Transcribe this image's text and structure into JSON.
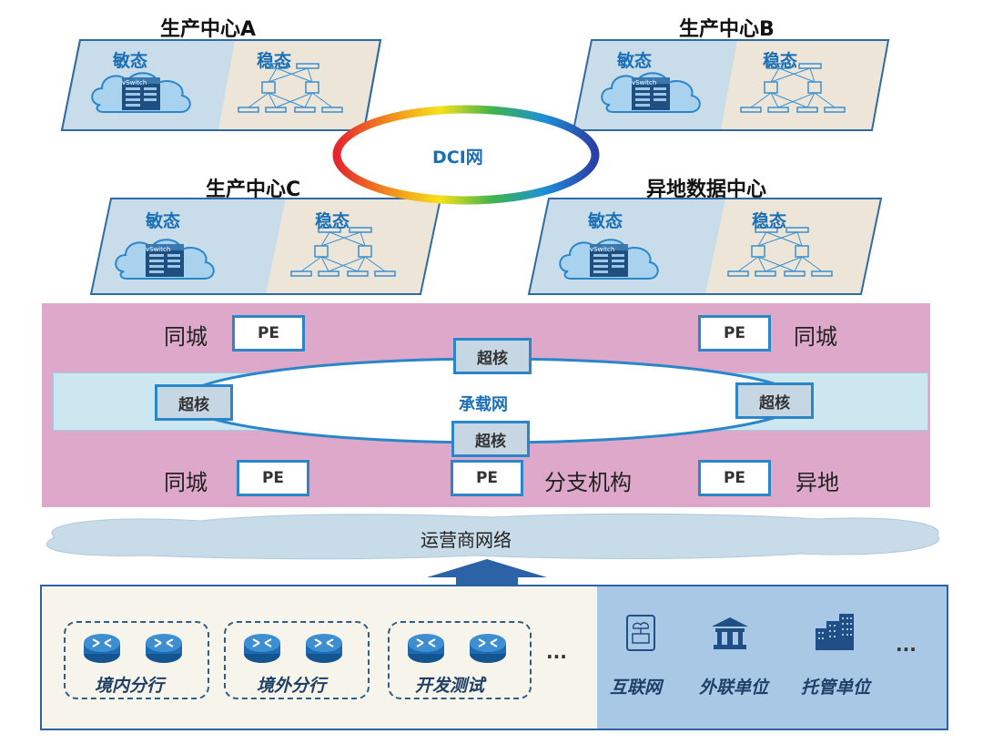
{
  "data_centers": [
    {
      "title": "生产中心A",
      "sensitive": "敏态",
      "stable": "稳态",
      "vswitch": "vSwitch"
    },
    {
      "title": "生产中心B",
      "sensitive": "敏态",
      "stable": "稳态",
      "vswitch": "vSwitch"
    },
    {
      "title": "生产中心C",
      "sensitive": "敏态",
      "stable": "稳态",
      "vswitch": "vSwitch"
    },
    {
      "title": "异地数据中心",
      "sensitive": "敏态",
      "stable": "稳态",
      "vswitch": "vSwitch"
    }
  ],
  "dci": {
    "label": "DCI网"
  },
  "carrier": {
    "label": "承载网",
    "core_label": "超核",
    "pe_label": "PE",
    "same_city": "同城",
    "branch_org": "分支机构",
    "remote": "异地"
  },
  "operator": {
    "label": "运营商网络"
  },
  "branches": [
    {
      "label": "境内分行"
    },
    {
      "label": "境外分行"
    },
    {
      "label": "开发测试"
    }
  ],
  "externals": [
    {
      "label": "互联网",
      "icon": "internet-terminal-icon"
    },
    {
      "label": "外联单位",
      "icon": "bank-building-icon"
    },
    {
      "label": "托管单位",
      "icon": "office-buildings-icon"
    }
  ],
  "ellipsis": "...",
  "colors": {
    "carrier_band": "#dda8c9",
    "ring_band": "#cde7f0",
    "accent_blue": "#2a86c8",
    "sensitive_bg": "#c9dcea",
    "stable_bg": "#ede6d8",
    "bottom_left_bg": "#f7f4eb",
    "bottom_right_bg": "#a8c8e6"
  }
}
